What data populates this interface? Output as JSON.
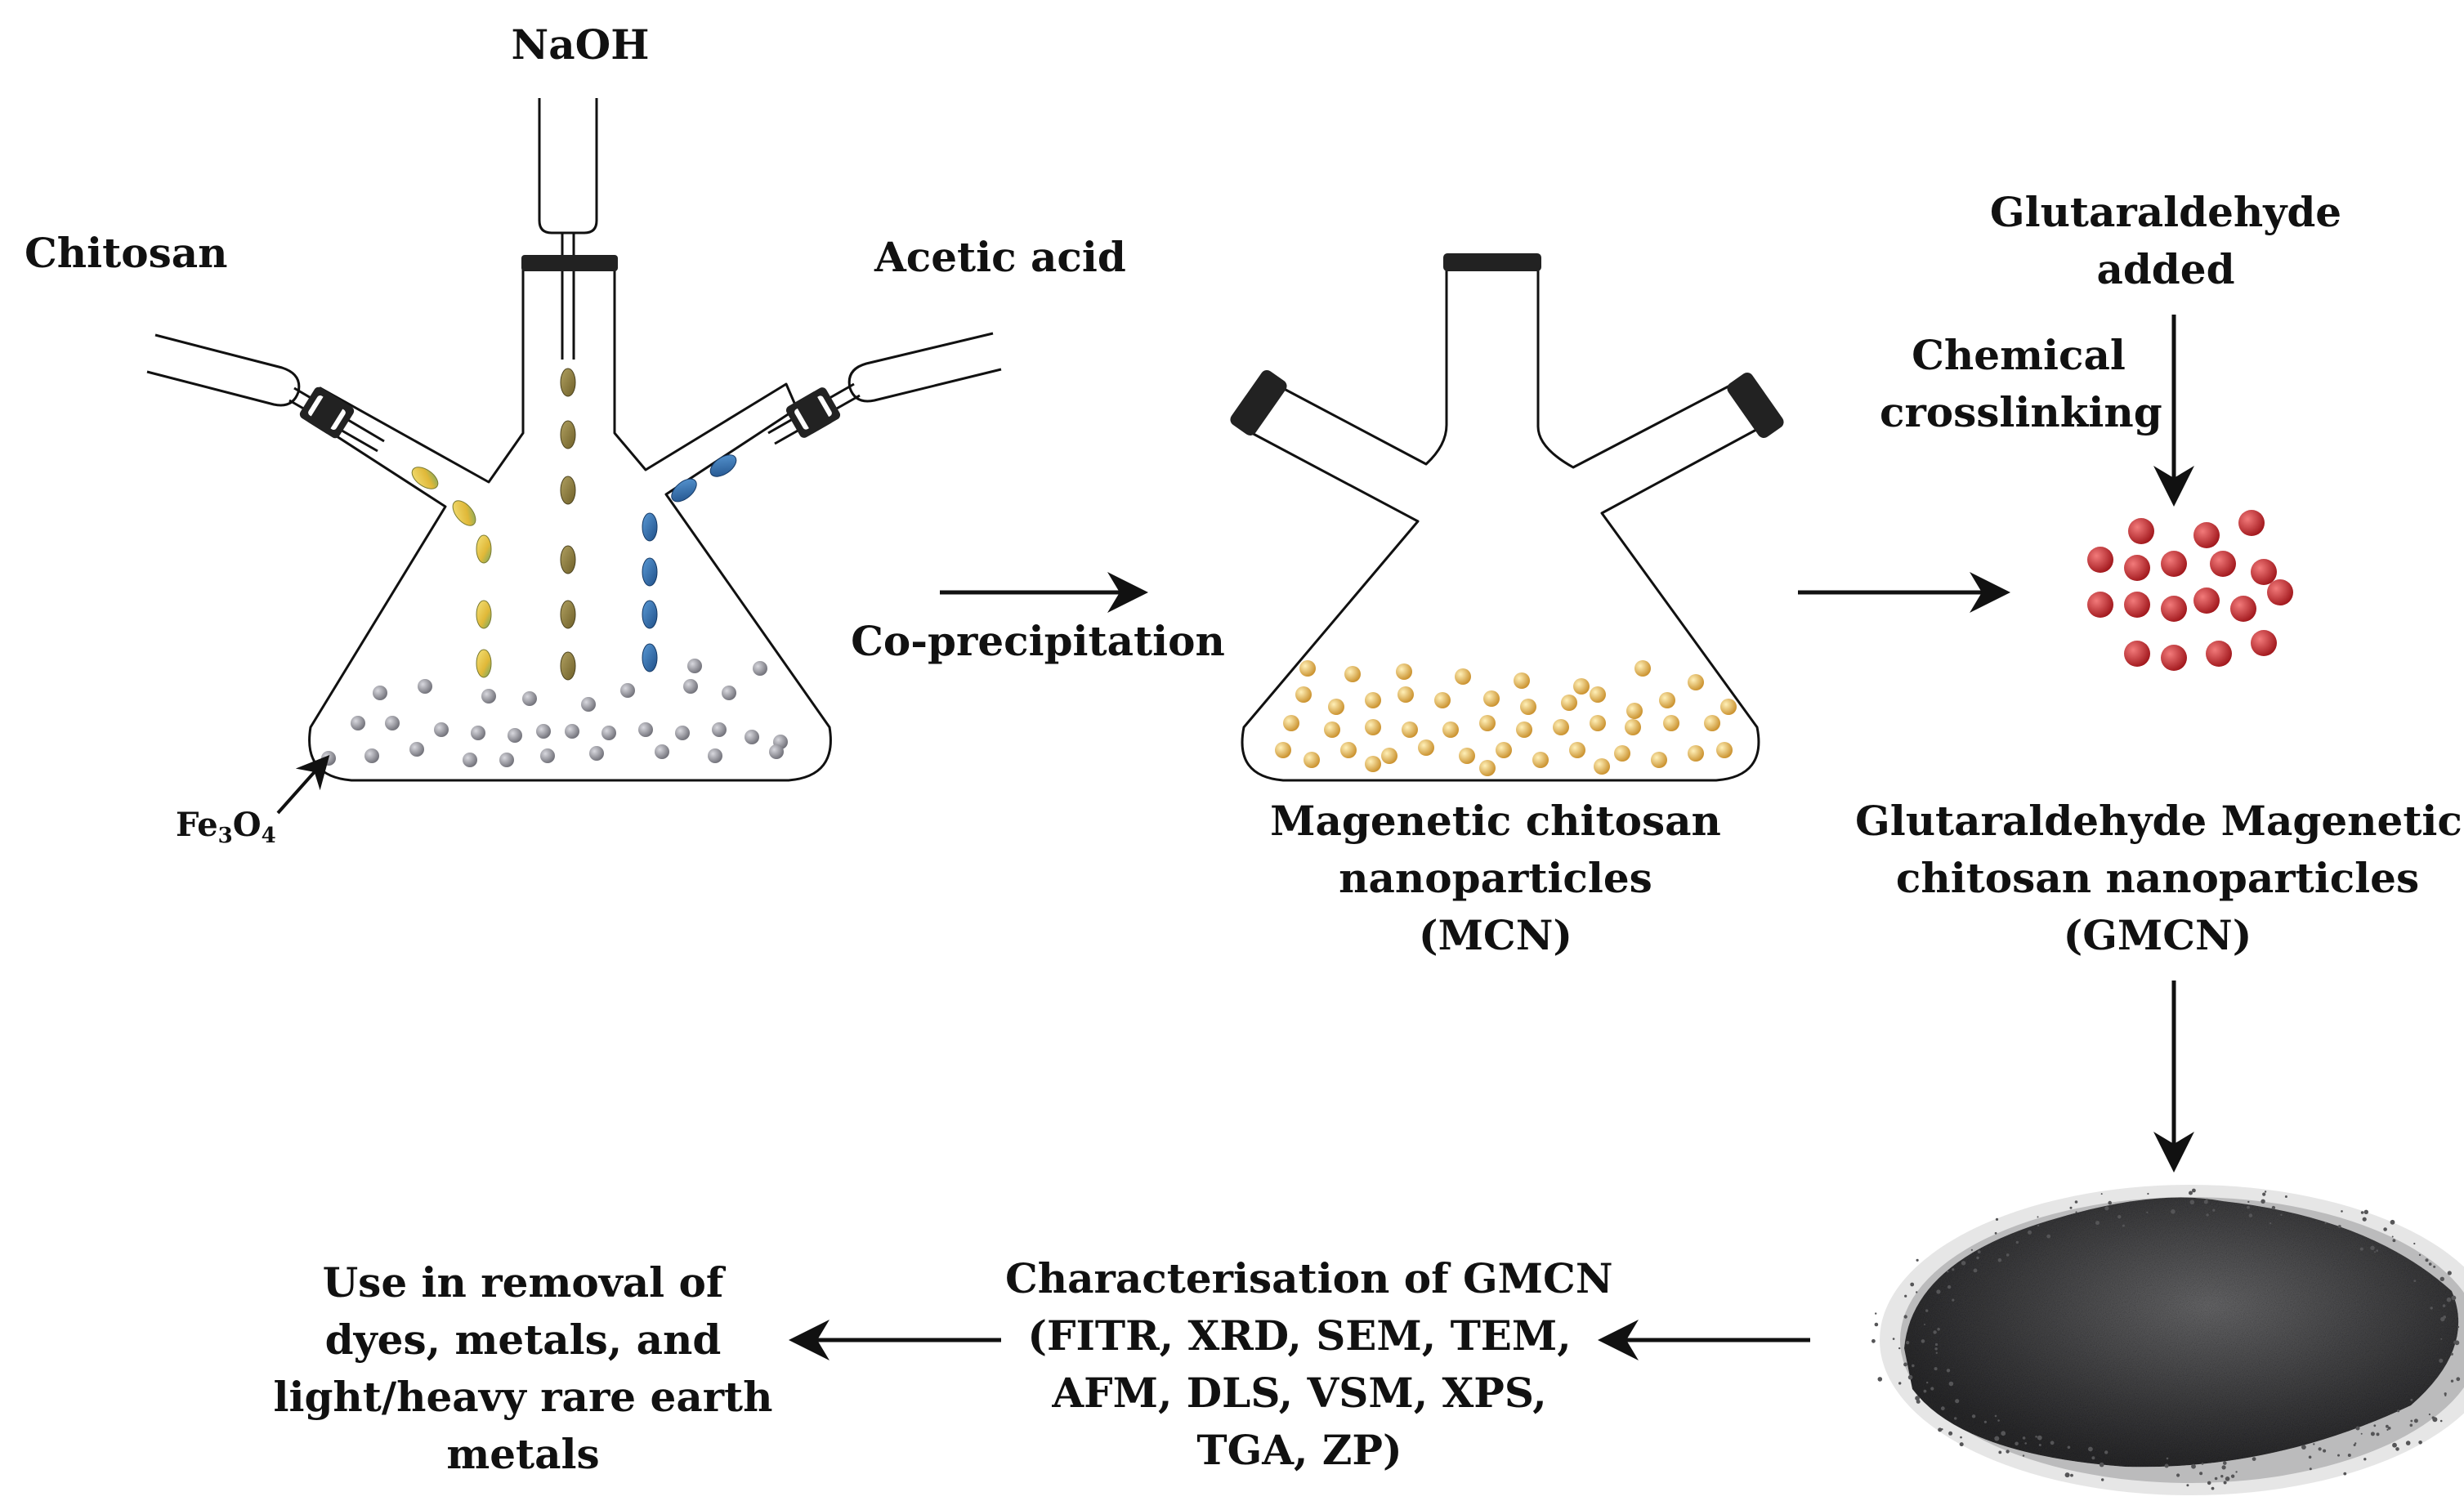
{
  "labels": {
    "naoh": "NaOH",
    "chitosan": "Chitosan",
    "acetic_acid": "Acetic acid",
    "fe3o4": {
      "base": "Fe",
      "sub1": "3",
      "mid": "O",
      "sub2": "4"
    },
    "co_precipitation": "Co-precipitation",
    "glutaraldehyde_added": [
      "Glutaraldehyde",
      "added"
    ],
    "chemical_crosslinking": [
      "Chemical",
      "crosslinking"
    ],
    "mcn": [
      "Magenetic chitosan",
      "nanoparticles",
      "(MCN)"
    ],
    "gmcn": [
      "Glutaraldehyde Magenetic",
      "chitosan nanoparticles",
      "(GMCN)"
    ],
    "characterisation": [
      "Characterisation of GMCN",
      "(FITR, XRD, SEM, TEM,",
      "AFM, DLS, VSM, XPS,",
      "TGA, ZP)"
    ],
    "use": [
      "Use in removal of",
      "dyes, metals, and",
      "light/heavy rare earth",
      "metals"
    ]
  },
  "colors": {
    "outline": "#111111",
    "chitosan_drop": "#e8c84a",
    "naoh_drop": "#8a7a3a",
    "acetic_drop": "#2f6fae",
    "fe3o4_particle": "#8e8e96",
    "mcn_particle": "#e0b050",
    "gmcn_particle": "#c0282c",
    "powder": "#3e3e40"
  }
}
